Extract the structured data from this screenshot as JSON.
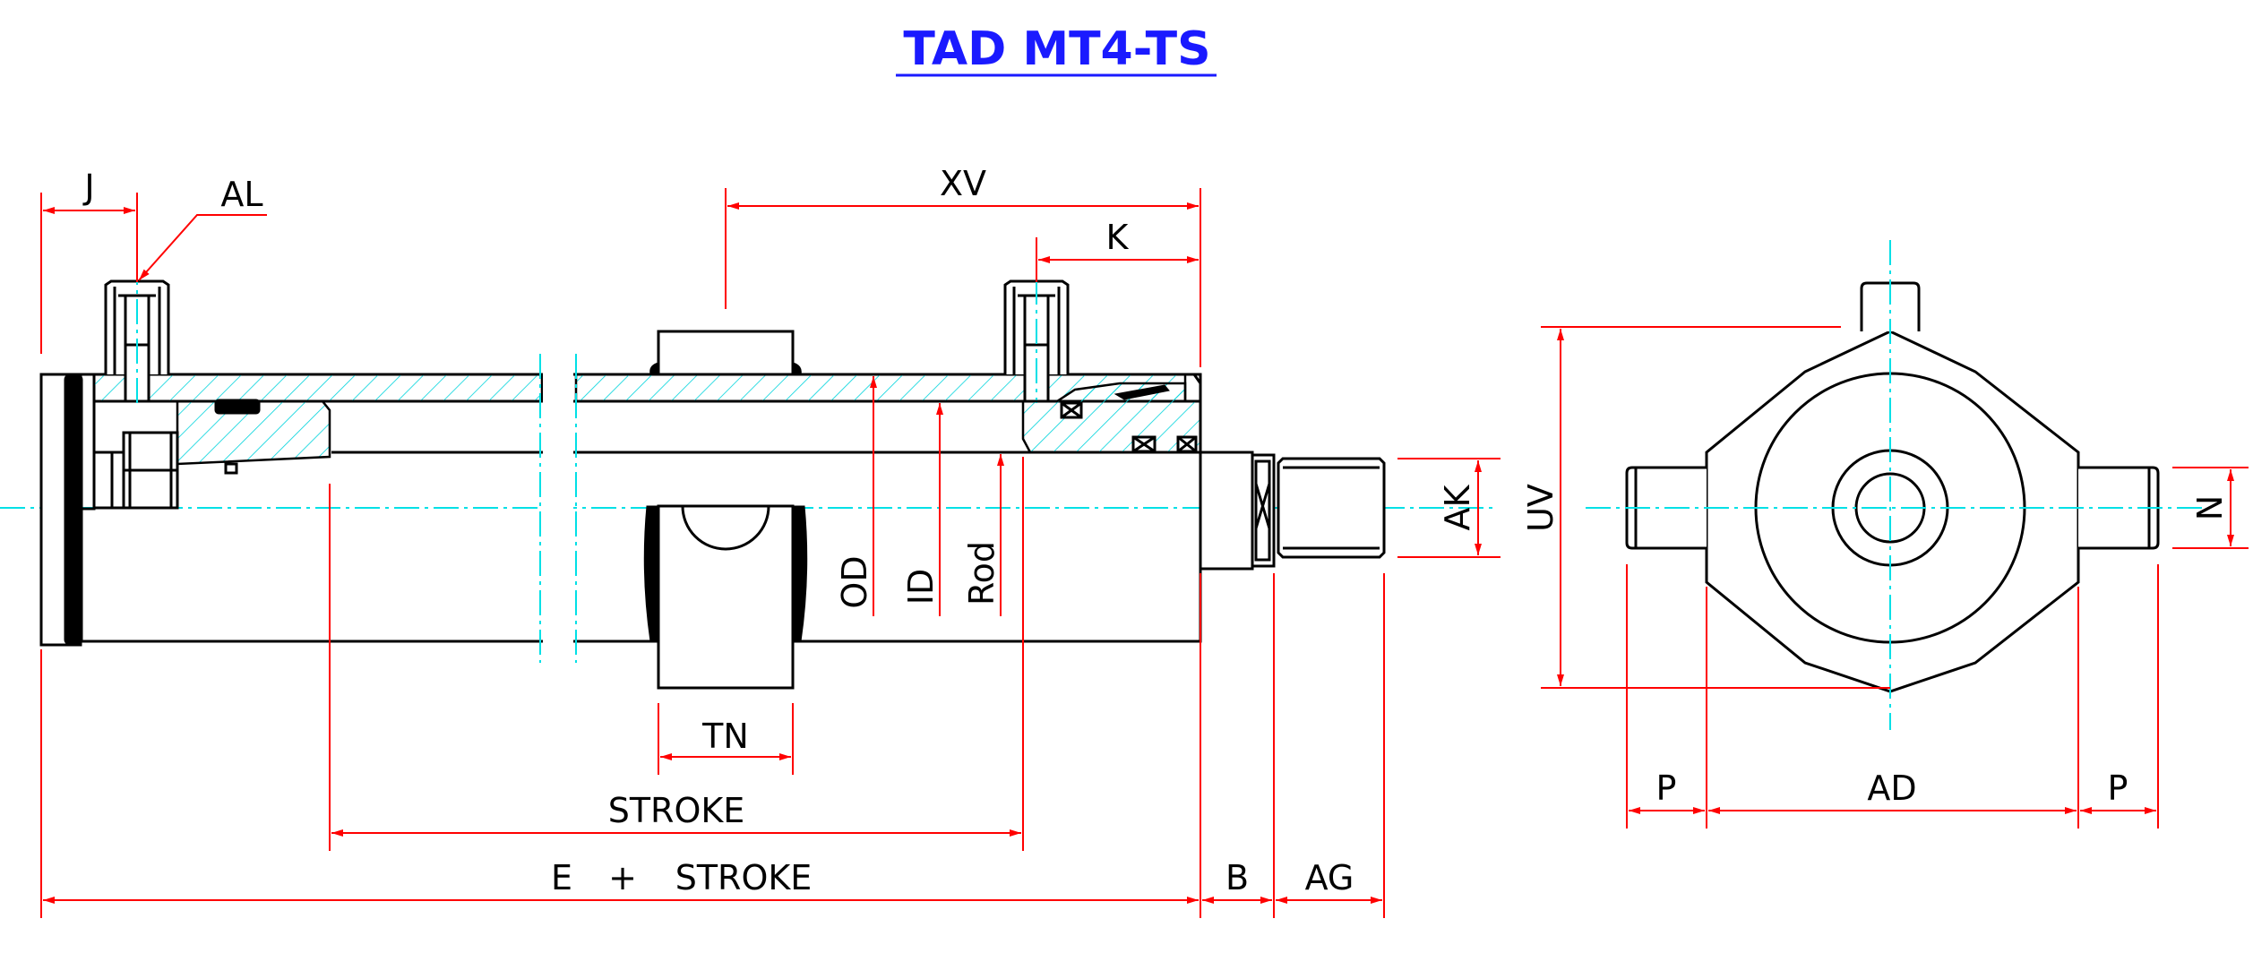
{
  "title": "TAD MT4-TS",
  "colors": {
    "title": "#1a1aff",
    "dimension": "#ff0000",
    "centerline": "#00e0e6",
    "outline": "#000000"
  },
  "labels": {
    "J": "J",
    "AL": "AL",
    "XV": "XV",
    "K": "K",
    "OD": "OD",
    "ID": "ID",
    "Rod": "Rod",
    "AK": "AK",
    "TN": "TN",
    "STROKE": "STROKE",
    "E": "E",
    "plus": "+",
    "STROKE2": "STROKE",
    "B": "B",
    "AG": "AG",
    "UV": "UV",
    "N": "N",
    "P_left": "P",
    "AD": "AD",
    "P_right": "P"
  }
}
